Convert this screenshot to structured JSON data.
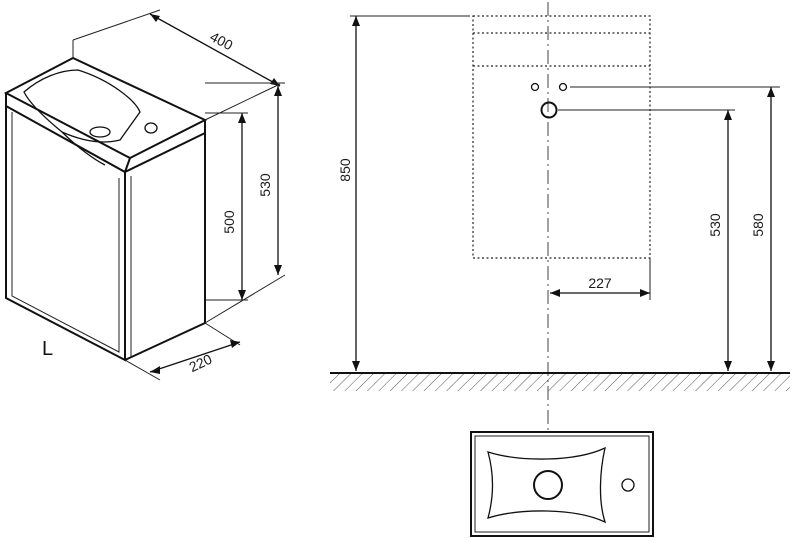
{
  "isometric_view": {
    "width_label": "400",
    "height_label": "530",
    "body_height_label": "500",
    "depth_label": "220",
    "variant_label": "L"
  },
  "front_view": {
    "total_height_label": "850",
    "tap_height_label": "580",
    "drain_height_label": "530",
    "drain_offset_label": "227"
  },
  "colors": {
    "line": "#111111",
    "hatch": "#555555",
    "background": "#ffffff"
  }
}
